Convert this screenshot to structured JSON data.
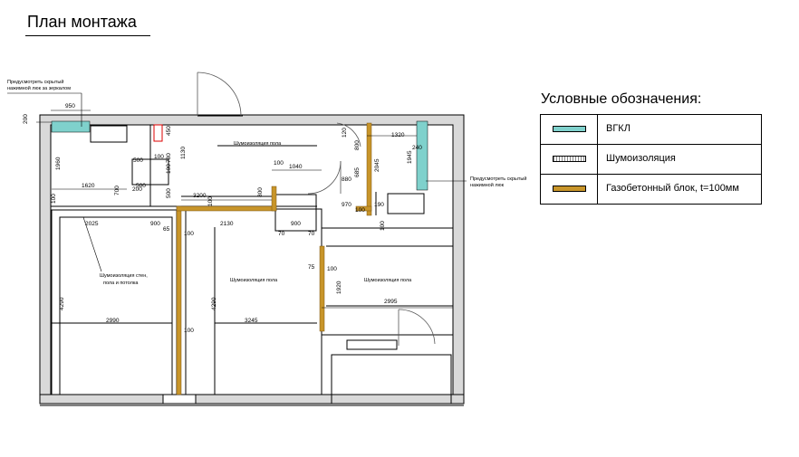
{
  "title": "План монтажа",
  "legend": {
    "title": "Условные обозначения:",
    "items": [
      {
        "label": "ВГКЛ",
        "color": "#7fd1cc",
        "pattern": "solid"
      },
      {
        "label": "Шумоизоляция",
        "color": "#ffffff",
        "pattern": "dots"
      },
      {
        "label": "Газобетонный блок, t=100мм",
        "color": "#c8952a",
        "pattern": "solid"
      }
    ]
  },
  "notes": {
    "mirror_hatch_1": "Предусмотреть скрытый",
    "mirror_hatch_2": "нажимной люк за зеркалом",
    "hidden_hatch_1": "Предусмотреть скрытый",
    "hidden_hatch_2": "нажимной люк"
  },
  "rooms": {
    "hall": "Шумоизоляция пола",
    "bedroom_1": "Шумоизоляция стен,",
    "bedroom_1b": "пола и потолка",
    "bedroom_2": "Шумоизоляция пола",
    "bedroom_3": "Шумоизоляция пола"
  },
  "dims": {
    "d950": "950",
    "d200": "200",
    "d1960": "1960",
    "d1620": "1620",
    "d100a": "100",
    "d2025": "2025",
    "d900a": "900",
    "d65": "65",
    "d500a": "500",
    "d500b": "500",
    "d100b": "100",
    "d200b": "200",
    "d700": "700",
    "d450": "450",
    "d780": "780",
    "d1130": "1130",
    "d500c": "500",
    "d3200": "3200",
    "d100c": "100",
    "d800": "800",
    "d100d": "100",
    "d1040": "1040",
    "d2130": "2130",
    "d900b": "900",
    "d70a": "70",
    "d70b": "70",
    "d100e": "100",
    "d120": "120",
    "d880": "880",
    "d685": "685",
    "d2045": "2045",
    "d970": "970",
    "d100f": "100",
    "d190": "190",
    "d1320": "1320",
    "d240": "240",
    "d1945": "1945",
    "d100g": "100",
    "d4290a": "4290",
    "d2990": "2990",
    "d100h": "100",
    "d4290b": "4290",
    "d3245": "3245",
    "d75": "75",
    "d100i": "100",
    "d1920": "1920",
    "d2995": "2995"
  }
}
